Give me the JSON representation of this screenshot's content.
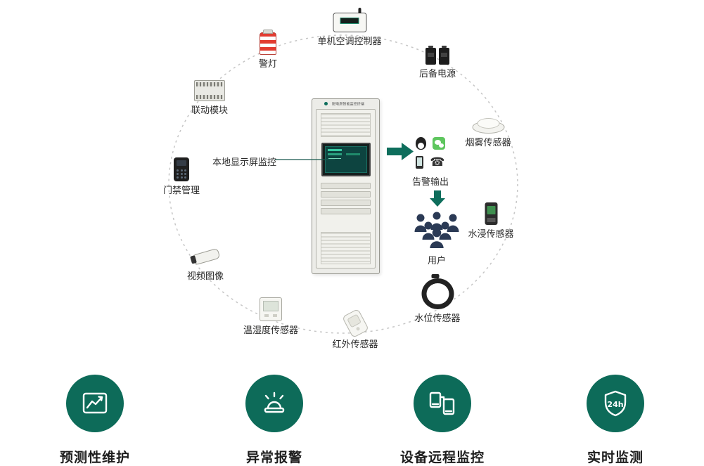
{
  "colors": {
    "accent_green": "#0e6e5c",
    "dash_gray": "#c9c9c9",
    "wechat_green": "#5ec65e"
  },
  "center": {
    "cabinet_title": "配电房智能监控终端",
    "local_display_label": "本地显示屏监控"
  },
  "devices": [
    {
      "id": "alarm-light",
      "label": "警灯"
    },
    {
      "id": "ac-controller",
      "label": "单机空调控制器"
    },
    {
      "id": "backup-power",
      "label": "后备电源"
    },
    {
      "id": "smoke-sensor",
      "label": "烟雾传感器"
    },
    {
      "id": "water-immersion-sensor",
      "label": "水浸传感器"
    },
    {
      "id": "water-level-sensor",
      "label": "水位传感器"
    },
    {
      "id": "infrared-sensor",
      "label": "红外传感器"
    },
    {
      "id": "temp-humidity-sensor",
      "label": "温湿度传感器"
    },
    {
      "id": "video-image",
      "label": "视频图像"
    },
    {
      "id": "access-control",
      "label": "门禁管理"
    },
    {
      "id": "linkage-module",
      "label": "联动模块"
    }
  ],
  "alarm_output": {
    "label": "告警输出"
  },
  "users": {
    "label": "用户"
  },
  "icons": {
    "telephone_glyph": "☎"
  },
  "features": [
    {
      "label": "预测性维护"
    },
    {
      "label": "异常报警"
    },
    {
      "label": "设备远程监控"
    },
    {
      "label": "实时监测",
      "badge": "24h"
    }
  ]
}
